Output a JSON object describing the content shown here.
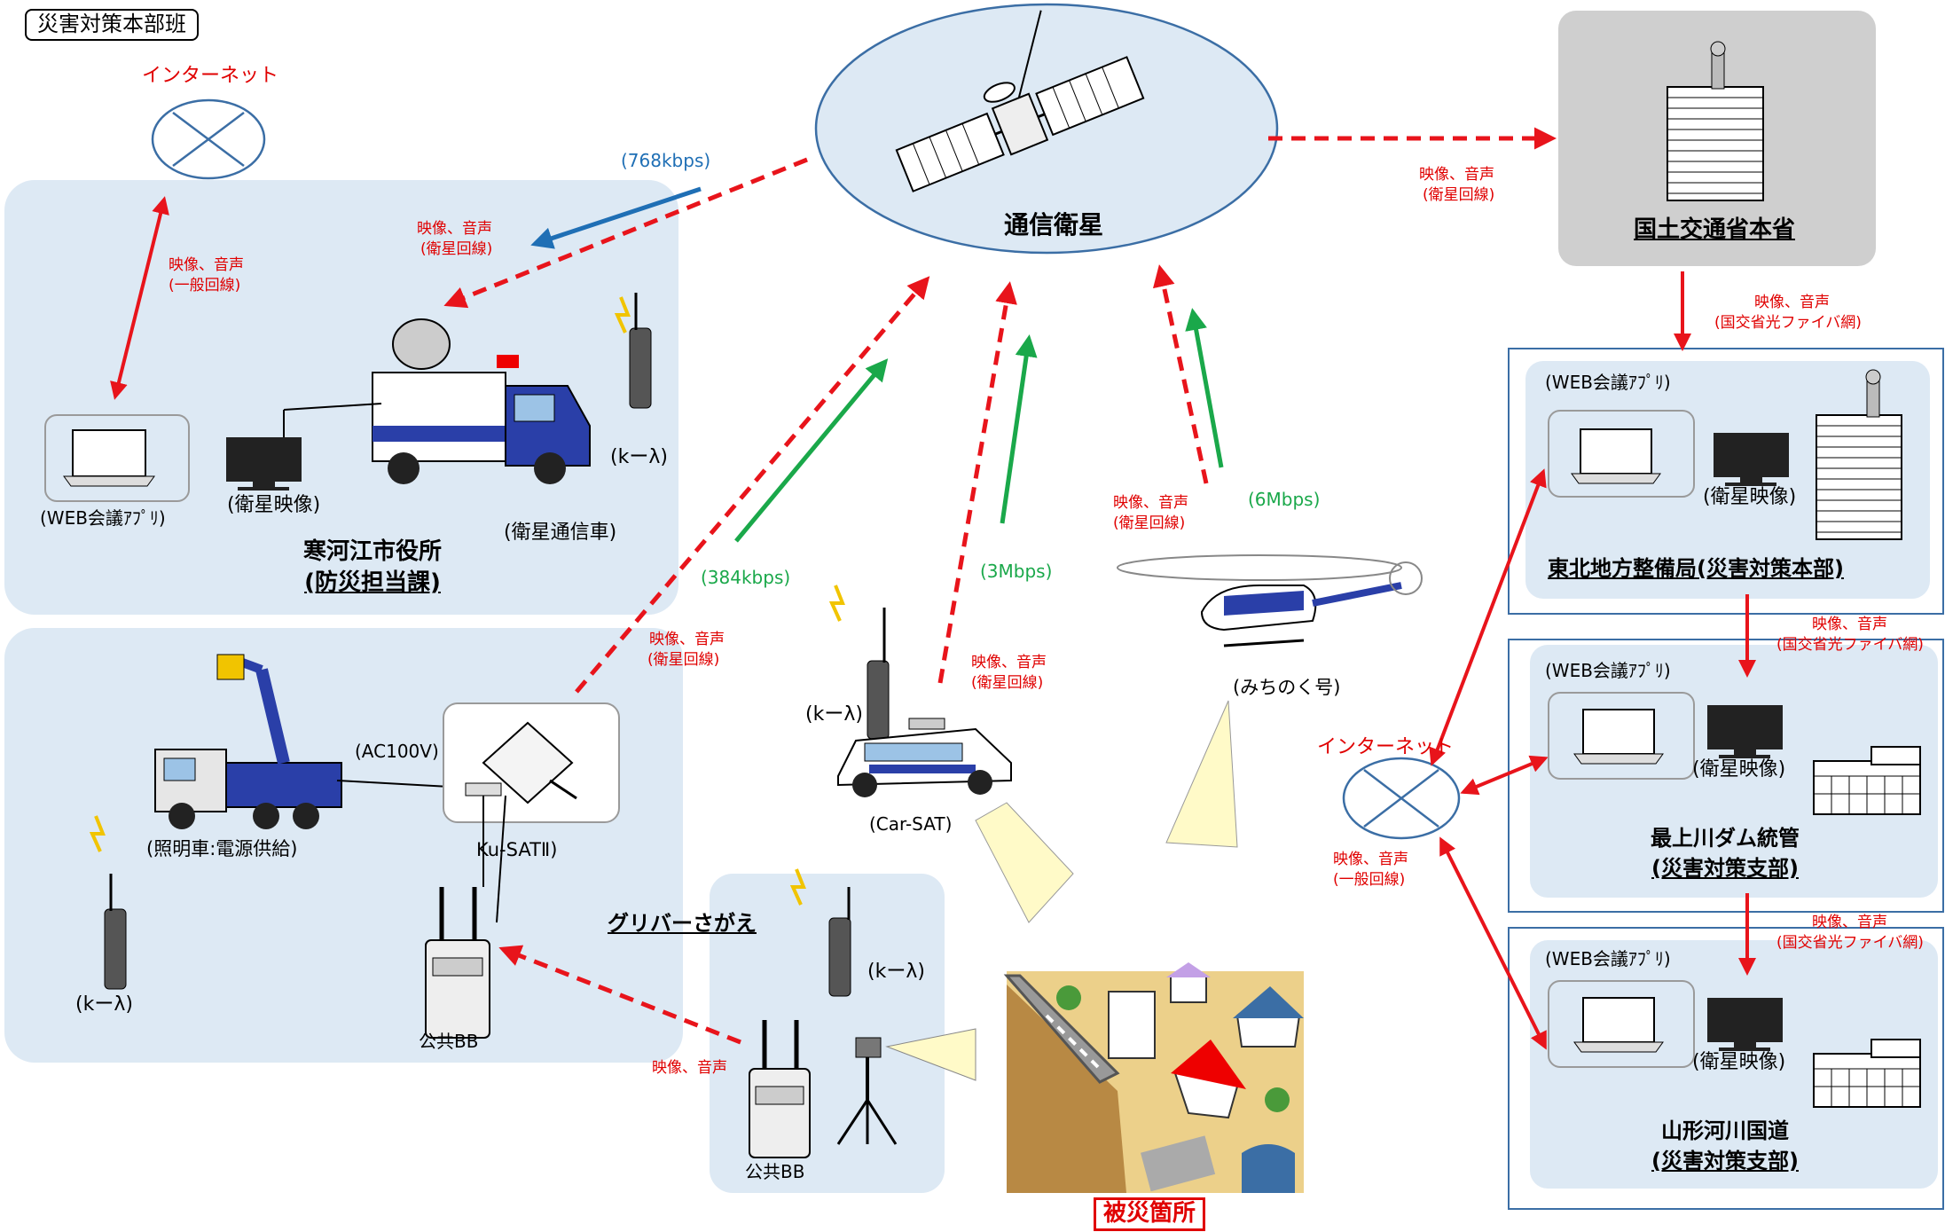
{
  "title": "災害対策本部班",
  "satellite": {
    "label": "通信衛星"
  },
  "ministry": {
    "label": "国土交通省本省"
  },
  "city_hall": {
    "name_line1": "寒河江市役所",
    "name_line2": "(防災担当課)",
    "web_app": "(WEB会議ｱﾌﾟﾘ)",
    "tv": "(衛星映像)",
    "truck": "(衛星通信車)",
    "radio": "(kーλ)"
  },
  "internet_top": "インターネット",
  "internet_right": "インターネット",
  "links": {
    "rate_768": "(768kbps)",
    "rate_384": "(384kbps)",
    "rate_3m": "(3Mbps)",
    "rate_6m": "(6Mbps)",
    "sat_video_city_1": "映像、音声",
    "sat_video_city_2": "(衛星回線)",
    "general_top_1": "映像、音声",
    "general_top_2": "(一般回線)",
    "sat_ministry_1": "映像、音声",
    "sat_ministry_2": "(衛星回線)",
    "fiber1_1": "映像、音声",
    "fiber1_2": "(国交省光ファイバ網)",
    "fiber2_1": "映像、音声",
    "fiber2_2": "(国交省光ファイバ網)",
    "fiber3_1": "映像、音声",
    "fiber3_2": "(国交省光ファイバ網)",
    "kusat_1": "映像、音声",
    "kusat_2": "(衛星回線)",
    "carsat_1": "映像、音声",
    "carsat_2": "(衛星回線)",
    "heli_1": "映像、音声",
    "heli_2": "(衛星回線)",
    "general_right_1": "映像、音声",
    "general_right_2": "(一般回線)",
    "gulliver_bb": "映像、音声"
  },
  "field": {
    "lighting_truck": "(照明車:電源供給)",
    "ac100v": "(AC100V)",
    "kusat": "Ku-SATⅡ)",
    "public_bb": "公共BB",
    "radio": "(kーλ)"
  },
  "gulliver": {
    "title": "グリバーさがえ",
    "radio": "(kーλ)",
    "public_bb": "公共BB"
  },
  "carsat": {
    "label": "(Car-SAT)",
    "radio": "(kーλ)"
  },
  "heli": {
    "label": "(みちのく号)"
  },
  "disaster": {
    "label": "被災箇所"
  },
  "tohoku": {
    "web_app": "(WEB会議ｱﾌﾟﾘ)",
    "tv": "(衛星映像)",
    "name": "東北地方整備局(災害対策本部)"
  },
  "mogami": {
    "web_app": "(WEB会議ｱﾌﾟﾘ)",
    "tv": "(衛星映像)",
    "name_line1": "最上川ダム統管",
    "name_line2": "(災害対策支部)"
  },
  "yamagata": {
    "web_app": "(WEB会議ｱﾌﾟﾘ)",
    "tv": "(衛星映像)",
    "name_line1": "山形河川国道",
    "name_line2": "(災害対策支部)"
  },
  "colors": {
    "panel": "#dde9f4",
    "red_link": "#e8141b",
    "green_link": "#1aa84a",
    "blue_link": "#1f6fb5",
    "ministry_box": "#cfcfcf"
  }
}
